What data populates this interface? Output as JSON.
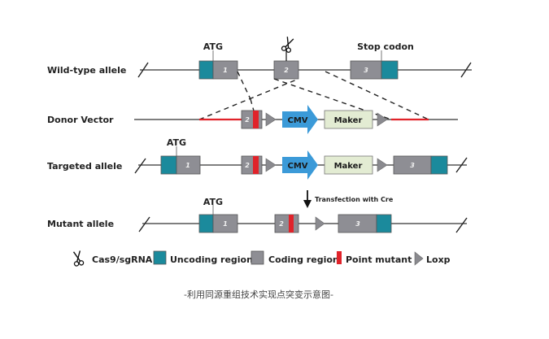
{
  "colors": {
    "uncoding": "#1b8a9c",
    "coding": "#8e8e94",
    "point_mutant": "#e0232a",
    "loxp": "#8a8a8f",
    "cmv": "#3b9ad8",
    "maker": "#e3ecd3",
    "homology_arm": "#e0232a",
    "line": "#333333"
  },
  "rows": {
    "wild_type": {
      "label": "Wild-type allele",
      "atg_label": "ATG",
      "stop_label": "Stop codon",
      "exons": [
        "1",
        "2",
        "3"
      ]
    },
    "donor": {
      "label": "Donor Vector",
      "exon": "2",
      "cmv_label": "CMV",
      "maker_label": "Maker"
    },
    "targeted": {
      "label": "Targeted allele",
      "atg_label": "ATG",
      "exons": [
        "1",
        "2",
        "3"
      ],
      "cmv_label": "CMV",
      "maker_label": "Maker"
    },
    "transfection": {
      "label": "Transfection with Cre"
    },
    "mutant": {
      "label": "Mutant allele",
      "atg_label": "ATG",
      "exons": [
        "1",
        "2",
        "3"
      ]
    }
  },
  "legend": {
    "items": [
      {
        "icon": "scissors-icon",
        "label": "Cas9/sgRNA"
      },
      {
        "icon": "uncoding-swatch",
        "label": "Uncoding region"
      },
      {
        "icon": "coding-swatch",
        "label": "Coding region"
      },
      {
        "icon": "point-mutant-swatch",
        "label": "Point mutant"
      },
      {
        "icon": "loxp-triangle",
        "label": "Loxp"
      }
    ]
  },
  "caption": "-利用同源重组技术实现点突变示意图-"
}
